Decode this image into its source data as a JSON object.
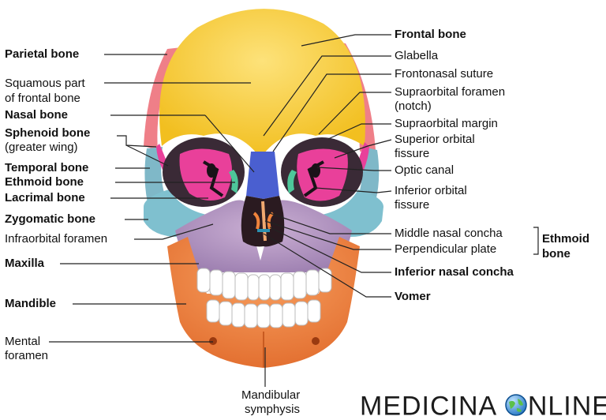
{
  "labels_left": {
    "parietal": "Parietal bone",
    "squamous_1": "Squamous part",
    "squamous_2": "of frontal bone",
    "nasal": "Nasal bone",
    "sphenoid_1": "Sphenoid bone",
    "sphenoid_2": "(greater wing)",
    "temporal": "Temporal bone",
    "ethmoid": "Ethmoid bone",
    "lacrimal": "Lacrimal bone",
    "zygomatic": "Zygomatic bone",
    "infraorbital_foramen": "Infraorbital foramen",
    "maxilla": "Maxilla",
    "mandible": "Mandible",
    "mental_1": "Mental",
    "mental_2": "foramen"
  },
  "labels_right": {
    "frontal": "Frontal bone",
    "glabella": "Glabella",
    "frontonasal": "Frontonasal suture",
    "supraorbital_foramen_1": "Supraorbital foramen",
    "supraorbital_foramen_2": "(notch)",
    "supraorbital_margin": "Supraorbital margin",
    "superior_orbital_1": "Superior orbital",
    "superior_orbital_2": "fissure",
    "optic_canal": "Optic canal",
    "inferior_orbital_1": "Inferior orbital",
    "inferior_orbital_2": "fissure",
    "middle_concha": "Middle nasal concha",
    "perpendicular_plate": "Perpendicular plate",
    "ethmoid_group_1": "Ethmoid",
    "ethmoid_group_2": "bone",
    "inferior_concha": "Inferior nasal concha",
    "vomer": "Vomer"
  },
  "labels_bottom": {
    "symphysis_1": "Mandibular",
    "symphysis_2": "symphysis"
  },
  "watermark": {
    "part1": "MEDICINA ",
    "part2": "NLINE"
  },
  "colors": {
    "frontal": "#f9d43a",
    "parietal": "#ef7f88",
    "sphenoid": "#e9409a",
    "temporal": "#7fb8c8",
    "zygomatic": "#7fc0cf",
    "maxilla": "#b89ac2",
    "mandible": "#f0833c",
    "nasal": "#4a5fd0",
    "ethmoid": "#4dc79a",
    "teeth": "#ffffff",
    "vomer": "#2a8fb0"
  }
}
